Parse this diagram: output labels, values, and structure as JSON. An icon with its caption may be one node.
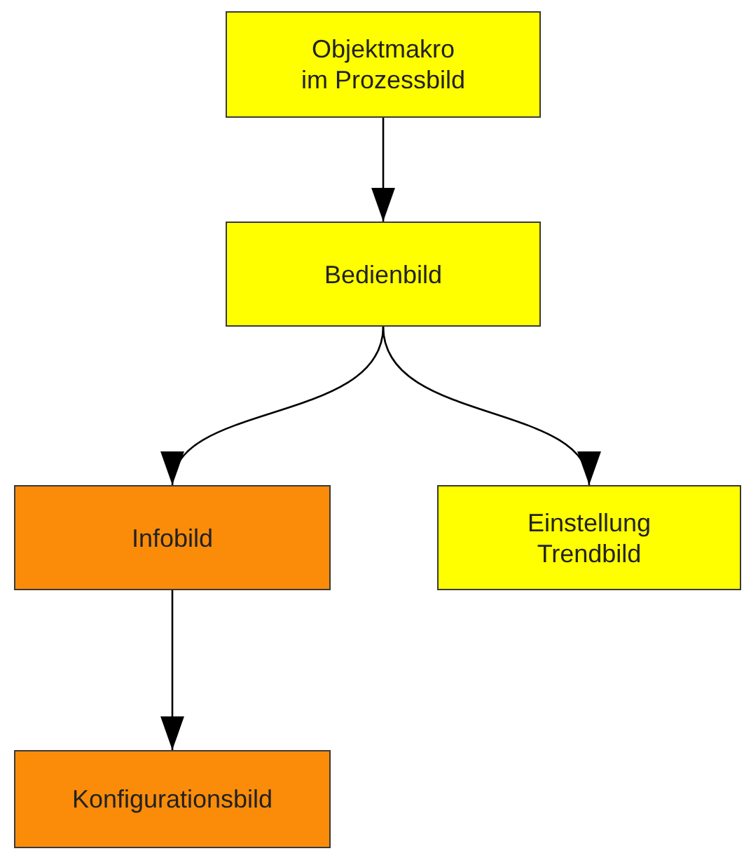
{
  "diagram": {
    "nodes": [
      {
        "text": [
          "Objektmakro im Prozessbild"
        ]
      },
      {
        "text": [
          "Bedienbild"
        ]
      },
      {
        "text": [
          "Infobild"
        ]
      },
      {
        "text": [
          "Einstellung Trendbild"
        ]
      },
      {
        "text": [
          "Konfigurationsbild"
        ]
      }
    ],
    "edges": [
      {
        "from": 0,
        "to": 1,
        "arrow": "to"
      },
      {
        "from": 1,
        "to": 2,
        "arrow": "to"
      },
      {
        "from": 1,
        "to": 3,
        "arrow": "to"
      },
      {
        "from": 2,
        "to": 4,
        "arrow": "to"
      }
    ]
  }
}
